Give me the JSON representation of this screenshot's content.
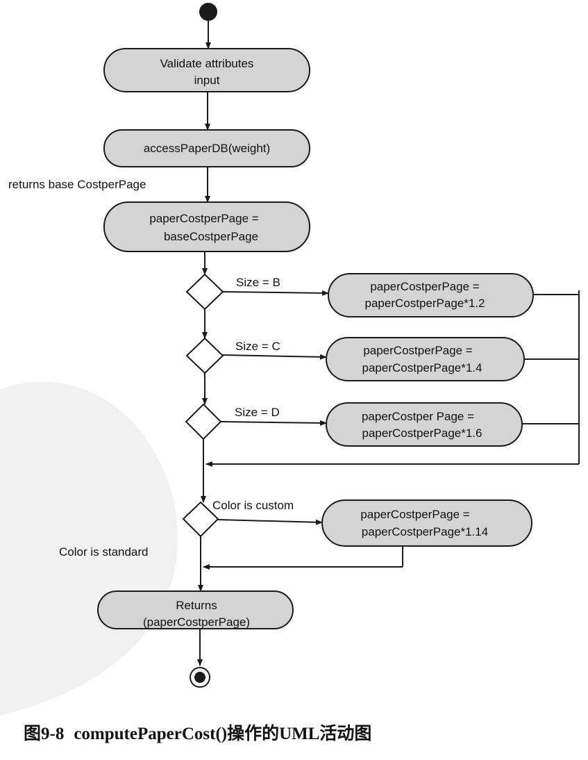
{
  "caption": {
    "figure_number": "图9-8",
    "title": "computePaperCost()操作的UML活动图"
  },
  "actions": {
    "validate": [
      "Validate attributes",
      "input"
    ],
    "access_db": [
      "accessPaperDB(weight)"
    ],
    "assign_base": [
      "paperCostperPage =",
      "baseCostperPage"
    ],
    "size_b": [
      "paperCostperPage =",
      "paperCostperPage*1.2"
    ],
    "size_c": [
      "paperCostperPage =",
      "paperCostperPage*1.4"
    ],
    "size_d": [
      "paperCostper Page =",
      "paperCostperPage*1.6"
    ],
    "color_custom": [
      "paperCostperPage =",
      "paperCostperPage*1.14"
    ],
    "returns": [
      "Returns",
      "(paperCostperPage)"
    ]
  },
  "guards": {
    "returns_base": "returns base CostperPage",
    "size_b": "Size = B",
    "size_c": "Size = C",
    "size_d": "Size = D",
    "color_custom": "Color is custom",
    "color_standard": "Color is standard"
  },
  "colors": {
    "action_fill": "#d4d4d4",
    "stroke": "#1a1a1a",
    "watermark": "#e8e8e8"
  }
}
